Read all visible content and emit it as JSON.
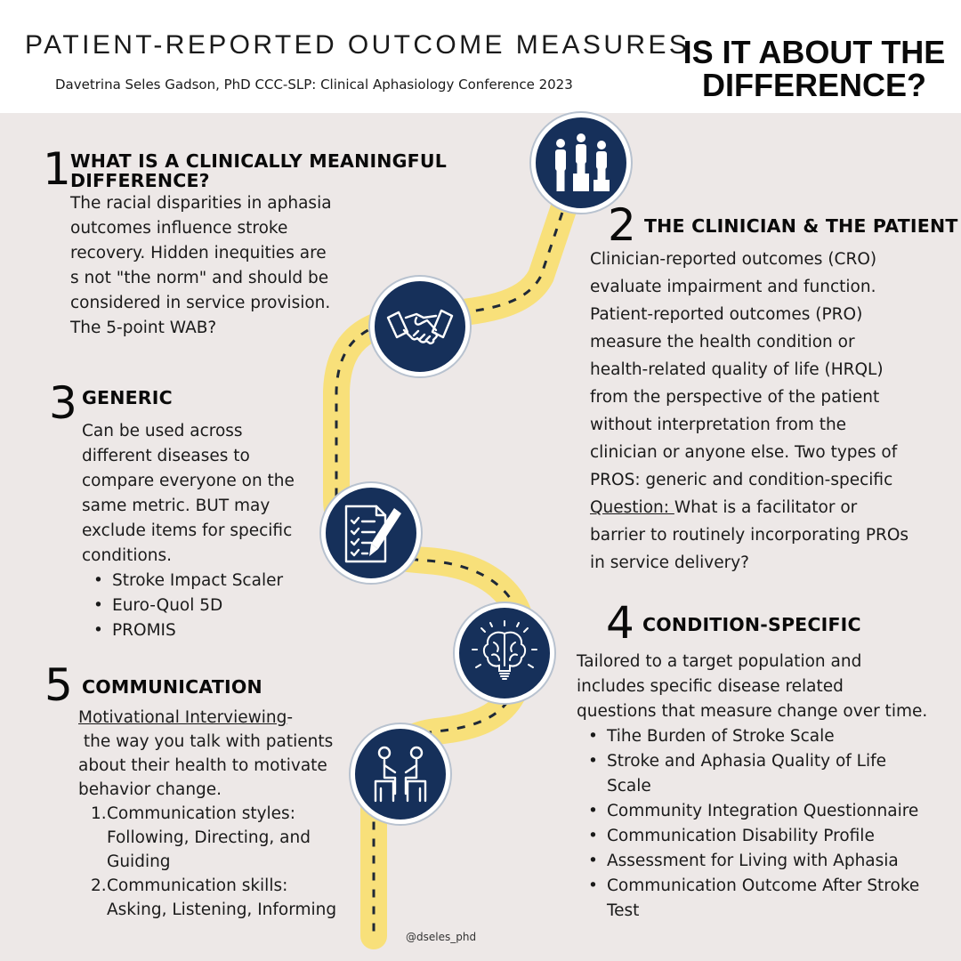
{
  "header": {
    "title": "PATIENT-REPORTED OUTCOME MEASURES",
    "subtitle": "Davetrina Seles Gadson, PhD CCC-SLP: Clinical Aphasiology Conference 2023",
    "side_title_line1": "IS IT ABOUT THE",
    "side_title_line2": "DIFFERENCE?"
  },
  "colors": {
    "navy": "#16305a",
    "road": "#f8e07a",
    "background": "#ede8e7",
    "header": "#ffffff"
  },
  "icons": [
    "podium-people-icon",
    "handshake-icon",
    "checklist-pen-icon",
    "brain-lightbulb-icon",
    "conversation-icon"
  ],
  "sections": {
    "s1": {
      "number": "1",
      "heading_line1": "WHAT IS A CLINICALLY MEANINGFUL",
      "heading_line2": "DIFFERENCE?",
      "lines": [
        "The racial disparities in aphasia",
        "outcomes influence stroke",
        "recovery. Hidden inequities are",
        "s not \"the norm\" and should be",
        "considered in service provision.",
        "The 5-point WAB?"
      ]
    },
    "s2": {
      "number": "2",
      "heading": "THE CLINICIAN & THE PATIENT",
      "lines": [
        "Clinician-reported outcomes (CRO)",
        "evaluate impairment and function.",
        "Patient-reported outcomes (PRO)",
        "measure the health condition or",
        "health-related quality of life (HRQL)",
        "from the perspective of the patient",
        "without interpretation from the",
        "clinician or anyone else. Two types of",
        "PROS: generic and condition-specific"
      ],
      "question_label": "Question: ",
      "question_rest": "What is a facilitator or",
      "question_lines": [
        "barrier to routinely incorporating PROs",
        "in service delivery?"
      ]
    },
    "s3": {
      "number": "3",
      "heading": "GENERIC",
      "lines": [
        "Can be used across",
        "different diseases to",
        "compare everyone on the",
        "same metric. BUT may",
        "exclude items for specific",
        "conditions."
      ],
      "items": [
        "Stroke Impact Scaler",
        "Euro-Quol 5D",
        "PROMIS"
      ]
    },
    "s4": {
      "number": "4",
      "heading": "CONDITION-SPECIFIC",
      "lines": [
        "Tailored to a target population and",
        "includes specific disease related",
        "questions that measure change over time."
      ],
      "items": [
        "Tihe Burden of Stroke Scale",
        "Stroke and Aphasia Quality of Life Scale",
        "Community Integration Questionnaire",
        "Communication Disability Profile",
        "Assessment for Living with Aphasia",
        "Communication Outcome After Stroke Test"
      ]
    },
    "s5": {
      "number": "5",
      "heading": "COMMUNICATION",
      "term": "Motivational Interviewing",
      "term_suffix": "-",
      "lines": [
        " the way you talk with patients",
        "about their health to motivate",
        "behavior change."
      ],
      "items": [
        {
          "n": "1.",
          "text": "Communication styles: Following, Directing, and Guiding"
        },
        {
          "n": "2.",
          "text": "Communication skills: Asking, Listening, Informing"
        }
      ]
    }
  },
  "footer": {
    "handle": "@dseles_phd"
  }
}
